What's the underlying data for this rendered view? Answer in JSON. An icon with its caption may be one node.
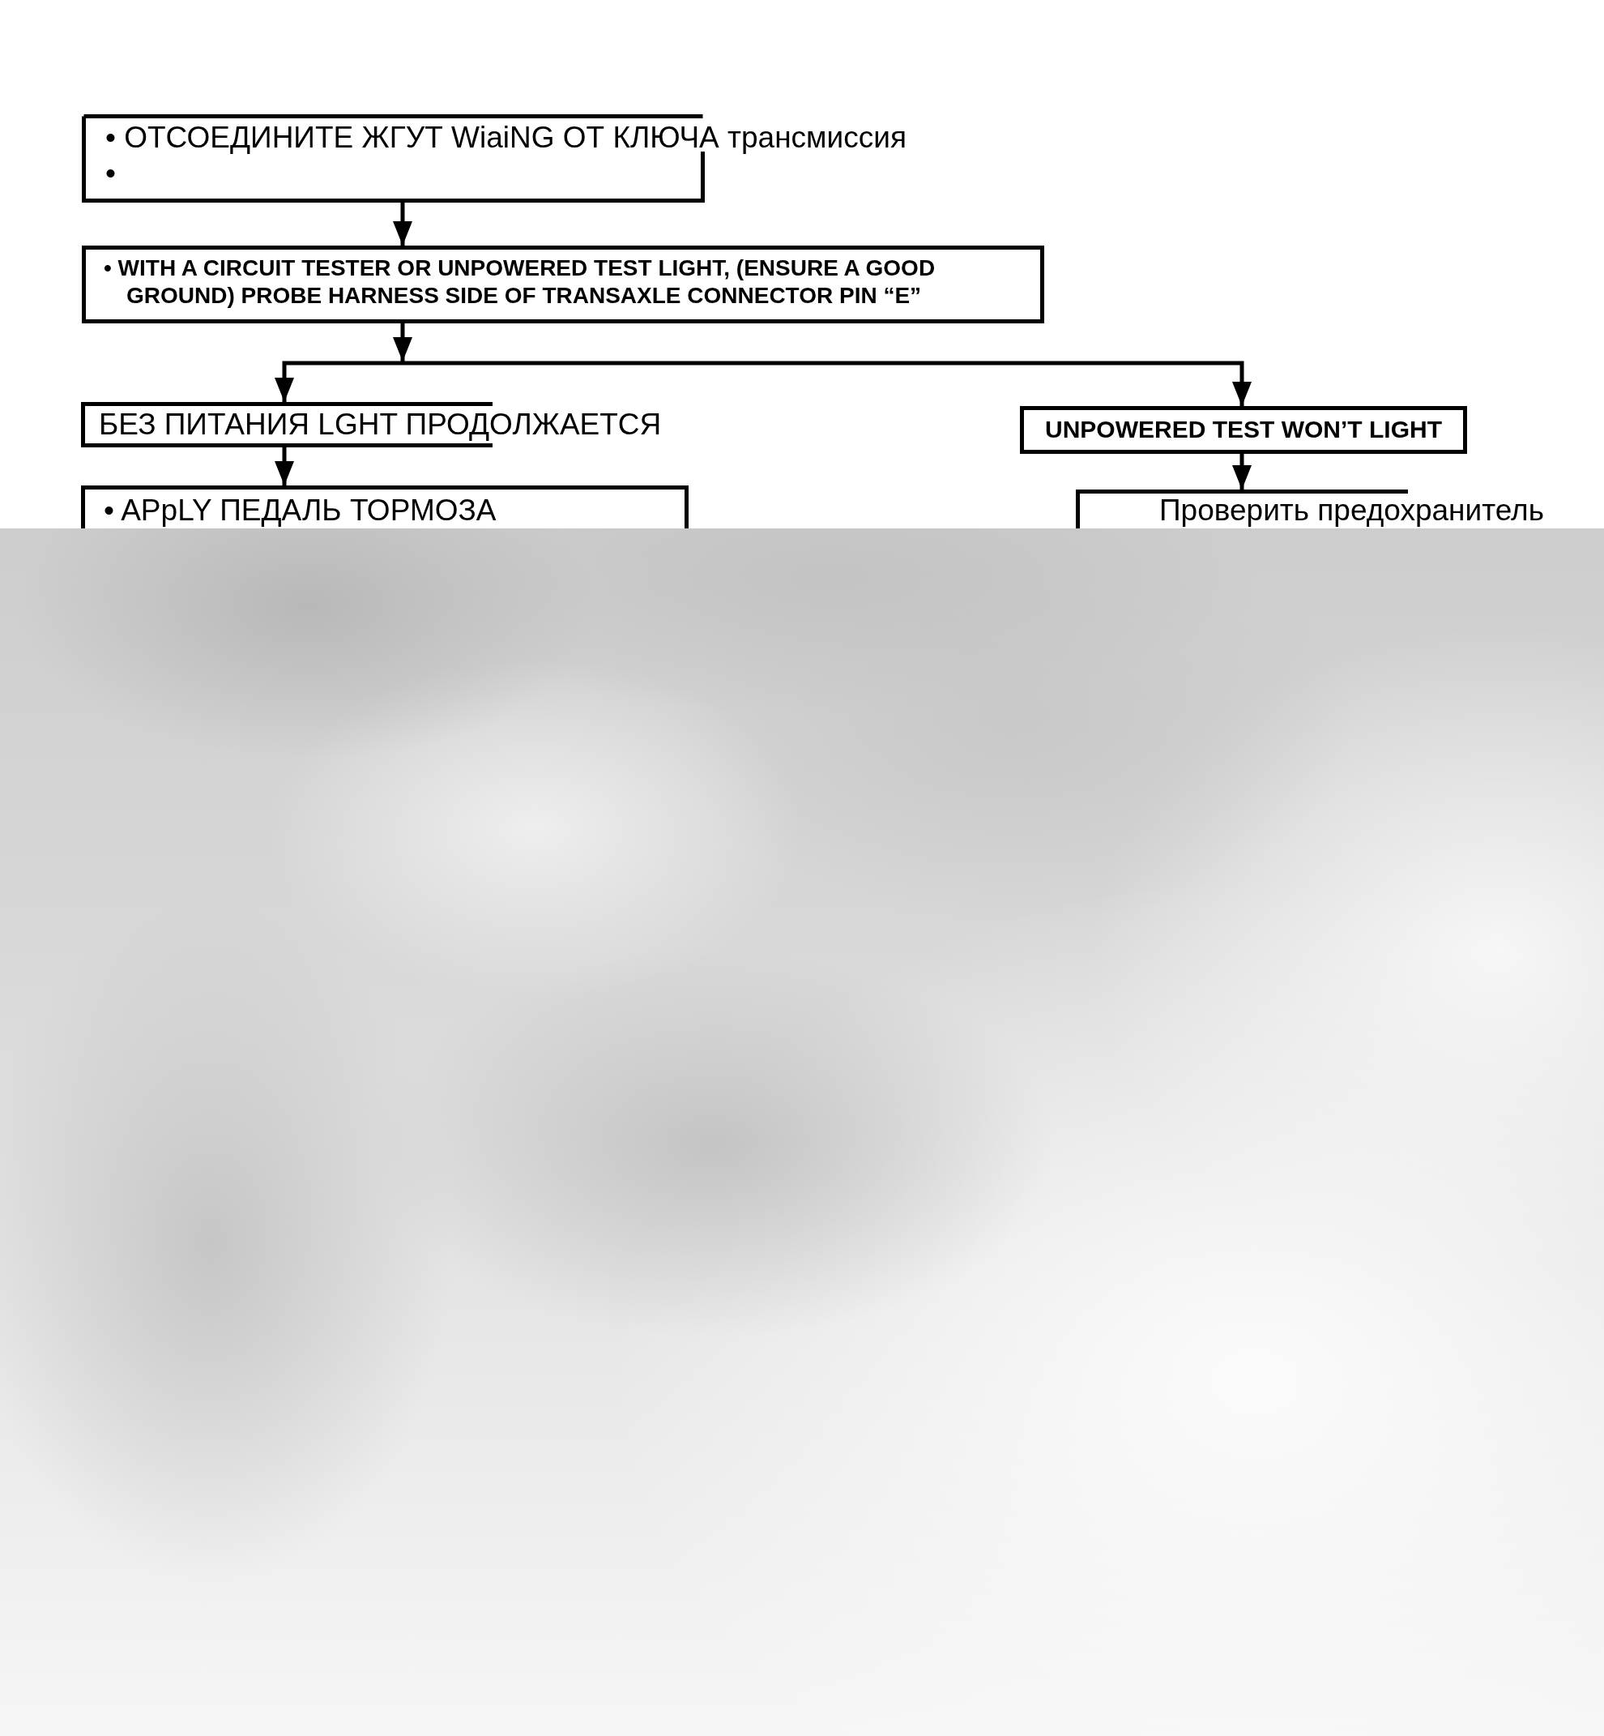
{
  "diagram": {
    "nodes": [
      {
        "text": [
          "• ОТСОЕДИНИТЕ ЖГУТ WiaiNG ОТ КЛЮЧА трансмиссия",
          "•"
        ]
      },
      {
        "text": [
          "• WITH A CIRCUIT TESTER OR UNPOWERED TEST LIGHT, (ENSURE A GOOD GROUND) PROBE HARNESS SIDE OF TRANSAXLE CONNECTOR PIN “E”"
        ]
      },
      {
        "text": [
          "БЕЗ ПИТАНИЯ LGHT ПРОДОЛЖАЕТСЯ"
        ]
      },
      {
        "text": [
          "UNPOWERED TEST WON’T LIGHT"
        ]
      },
      {
        "text": [
          "• APpLY ПЕДАЛЬ ТОРМОЗА"
        ]
      },
      {
        "text": [
          "Проверить предохранитель"
        ]
      }
    ],
    "edges": [
      {
        "from": 0,
        "to": 1,
        "arrow": "to"
      },
      {
        "from": 1,
        "to": 2,
        "arrow": "to"
      },
      {
        "from": 1,
        "to": 3,
        "arrow": "to"
      },
      {
        "from": 2,
        "to": 4,
        "arrow": "to"
      },
      {
        "from": 3,
        "to": 5,
        "arrow": "to"
      }
    ]
  }
}
